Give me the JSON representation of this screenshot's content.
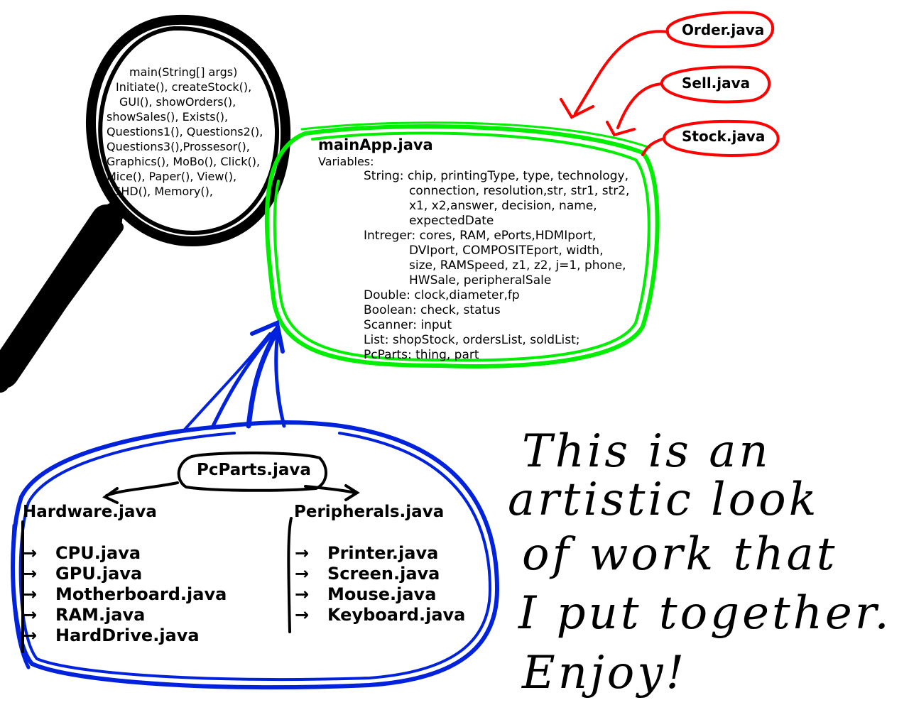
{
  "colors": {
    "lens": "#000000",
    "main_app": "#00ee00",
    "satellites": "#ff0000",
    "hierarchy": "#0022dd",
    "text": "#000000"
  },
  "magnifier": {
    "methods": [
      "main(String[] args)",
      "Initiate(), createStock(),",
      "GUI(), showOrders(),",
      "showSales(), Exists(),",
      "Questions1(), Questions2(),",
      "Questions3(),Prossesor(),",
      "Graphics(), MoBo(), Click(),",
      "Mice(), Paper(), View(),",
      "SSHD(), Memory(),"
    ]
  },
  "main_app": {
    "title": "mainApp.java",
    "variables_label": "Variables:",
    "lines": [
      "String: chip, printingType, type, technology,",
      "connection, resolution,str, str1, str2,",
      "x1, x2,answer, decision, name,",
      "expectedDate",
      "Intreger: cores, RAM, ePorts,HDMIport,",
      "DVIport, COMPOSITEport, width,",
      "size, RAMSpeed, z1, z2, j=1, phone,",
      "HWSale, peripheralSale",
      "Double: clock,diameter,fp",
      "Boolean: check, status",
      "Scanner: input",
      "List: shopStock, ordersList, soldList;",
      "PcParts: thing, part"
    ]
  },
  "satellites": [
    "Order.java",
    "Sell.java",
    "Stock.java"
  ],
  "pcparts": {
    "root": "PcParts.java",
    "hardware": {
      "title": "Hardware.java",
      "children": [
        "CPU.java",
        "GPU.java",
        "Motherboard.java",
        "RAM.java",
        "HardDrive.java"
      ]
    },
    "peripherals": {
      "title": "Peripherals.java",
      "children": [
        "Printer.java",
        "Screen.java",
        "Mouse.java",
        "Keyboard.java"
      ]
    }
  },
  "note": {
    "lines": [
      "This is an",
      "artistic look",
      "of work that",
      "I put together.",
      "Enjoy!"
    ]
  }
}
